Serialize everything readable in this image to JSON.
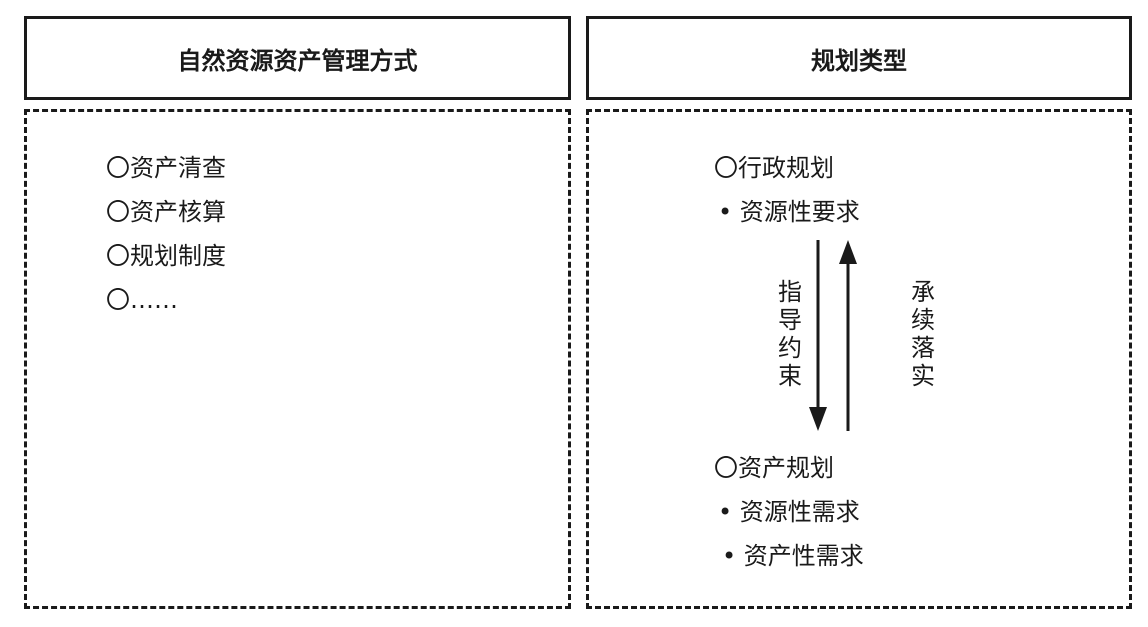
{
  "left": {
    "header": "自然资源资产管理方式",
    "items": [
      "〇资产清查",
      "〇资产核算",
      "〇规划制度",
      "〇……"
    ]
  },
  "right": {
    "header": "规划类型",
    "top_title": "〇行政规划",
    "top_bullets": [
      "• 资源性要求"
    ],
    "down_label": "指导约束",
    "up_label": "承续落实",
    "bottom_title": "〇资产规划",
    "bottom_bullets": [
      "• 资源性需求",
      "• 资产性需求"
    ]
  },
  "colors": {
    "line": "#1a1a1a",
    "background": "#ffffff"
  }
}
